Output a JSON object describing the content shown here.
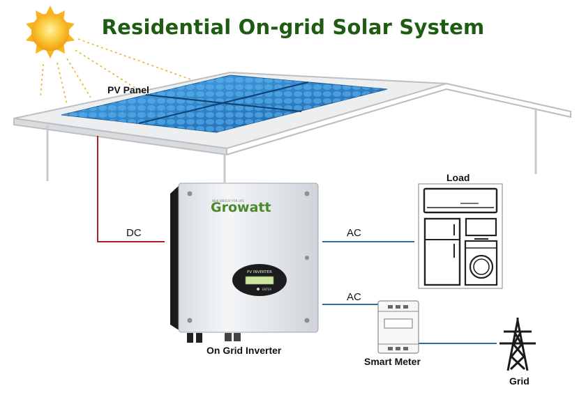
{
  "title": "Residential On-grid Solar System",
  "labels": {
    "pv_panel": "PV Panel",
    "load": "Load",
    "dc": "DC",
    "ac_load": "AC",
    "ac_meter": "AC",
    "inverter": "On Grid Inverter",
    "smart_meter": "Smart Meter",
    "grid": "Grid"
  },
  "inverter": {
    "brand": "Growatt",
    "brand_tagline": "NEW ENERGY FOR LIFE",
    "display_label": "PV INVERTER",
    "button_label": "ENTER"
  },
  "colors": {
    "title": "#1e5c12",
    "dc_line": "#a8202a",
    "ac_line": "#2f6f96",
    "sun": "#f6b321",
    "panel": "#2a7fc6"
  },
  "icons": [
    "sun-icon",
    "solar-panel-icon",
    "inverter-icon",
    "air-conditioner-icon",
    "refrigerator-icon",
    "tv-icon",
    "washing-machine-icon",
    "smart-meter-icon",
    "transmission-tower-icon"
  ]
}
